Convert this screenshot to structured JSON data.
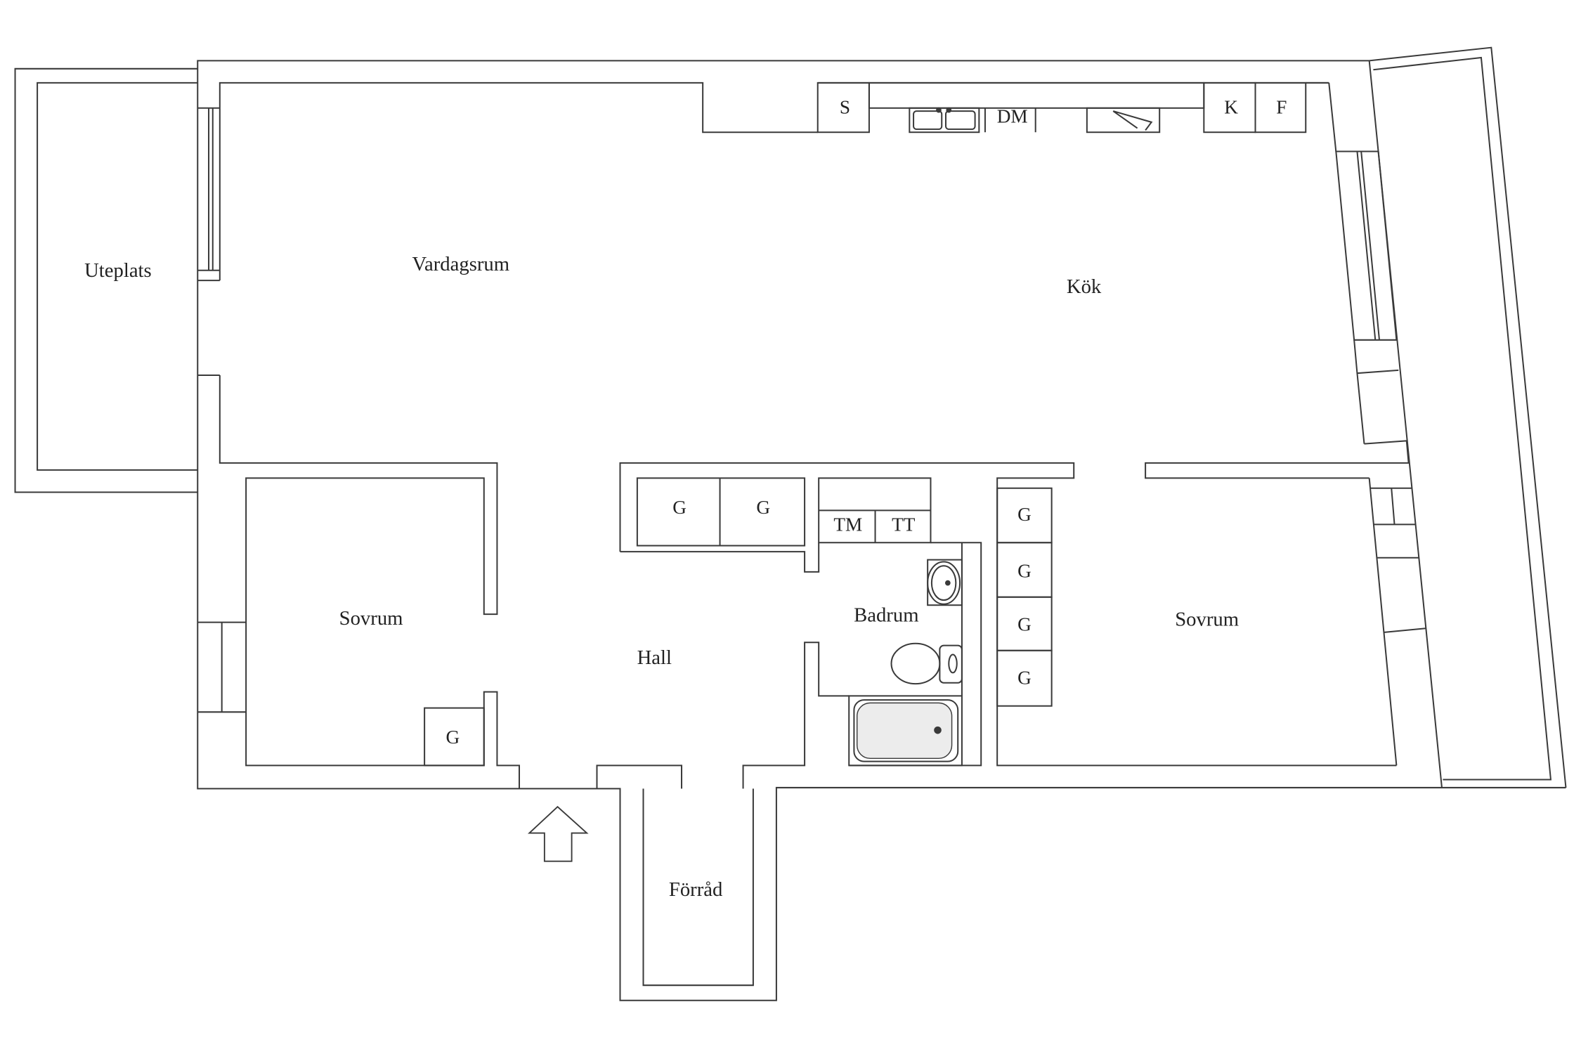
{
  "rooms": {
    "uteplats": "Uteplats",
    "vardagsrum": "Vardagsrum",
    "kok": "Kök",
    "sovrum_left": "Sovrum",
    "hall": "Hall",
    "badrum": "Badrum",
    "sovrum_right": "Sovrum",
    "forrad": "Förråd"
  },
  "kitchen": {
    "sink_cabinet": "S",
    "dishwasher": "DM",
    "fridge": "K",
    "freezer": "F"
  },
  "laundry": {
    "washer": "TM",
    "dryer": "TT"
  },
  "wardrobes": [
    "G",
    "G",
    "G",
    "G",
    "G",
    "G",
    "G"
  ],
  "icons": {
    "entrance": "entrance-arrow-icon",
    "kitchen_sink": "kitchen-sink-icon",
    "stove": "stove-icon",
    "washbasin": "washbasin-icon",
    "toilet": "toilet-icon",
    "bathtub": "bathtub-icon"
  },
  "colors": {
    "line": "#3a3a3a",
    "background": "#ffffff"
  }
}
